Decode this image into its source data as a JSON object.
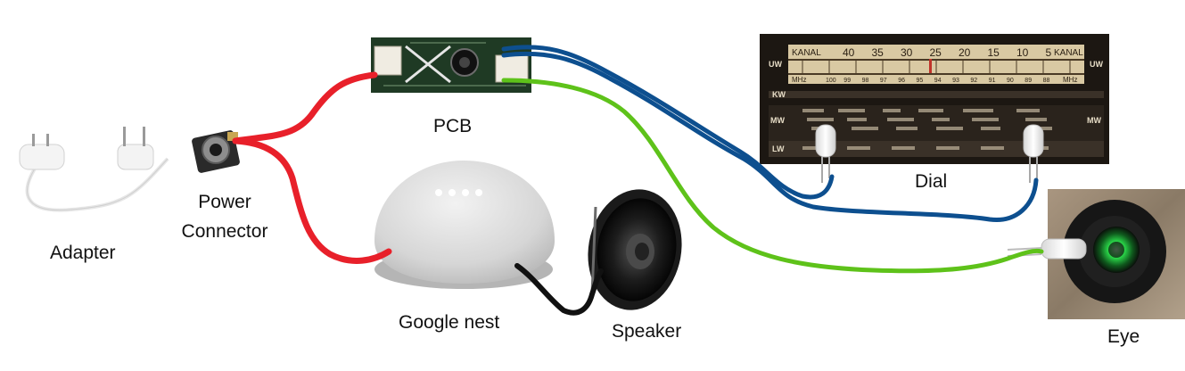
{
  "labels": {
    "pcb": "PCB",
    "power_connector_line1": "Power",
    "power_connector_line2": "Connector",
    "adapter": "Adapter",
    "google_nest": "Google nest",
    "speaker": "Speaker",
    "dial": "Dial",
    "eye": "Eye"
  },
  "dial_panel": {
    "band_left_top": "KANAL",
    "band_right_top": "KANAL",
    "channel_scale": [
      "40",
      "35",
      "30",
      "25",
      "20",
      "15",
      "10",
      "5"
    ],
    "mhz_label_left": "MHz",
    "mhz_label_right": "MHz",
    "mhz_scale": [
      "100",
      "99",
      "98",
      "97",
      "96",
      "95",
      "94",
      "93",
      "92",
      "91",
      "90",
      "89",
      "88"
    ],
    "band_uw": "UW",
    "band_kw": "KW",
    "band_mw": "MW",
    "band_lw": "LW"
  },
  "colors": {
    "power_wire": "#e8202a",
    "dial_wire": "#0d4f8f",
    "eye_wire": "#5ec21a",
    "speaker_wire": "#111111",
    "pcb_board": "#1f3a24",
    "dial_background": "#1c1712",
    "eye_glow": "#2bd94a"
  }
}
